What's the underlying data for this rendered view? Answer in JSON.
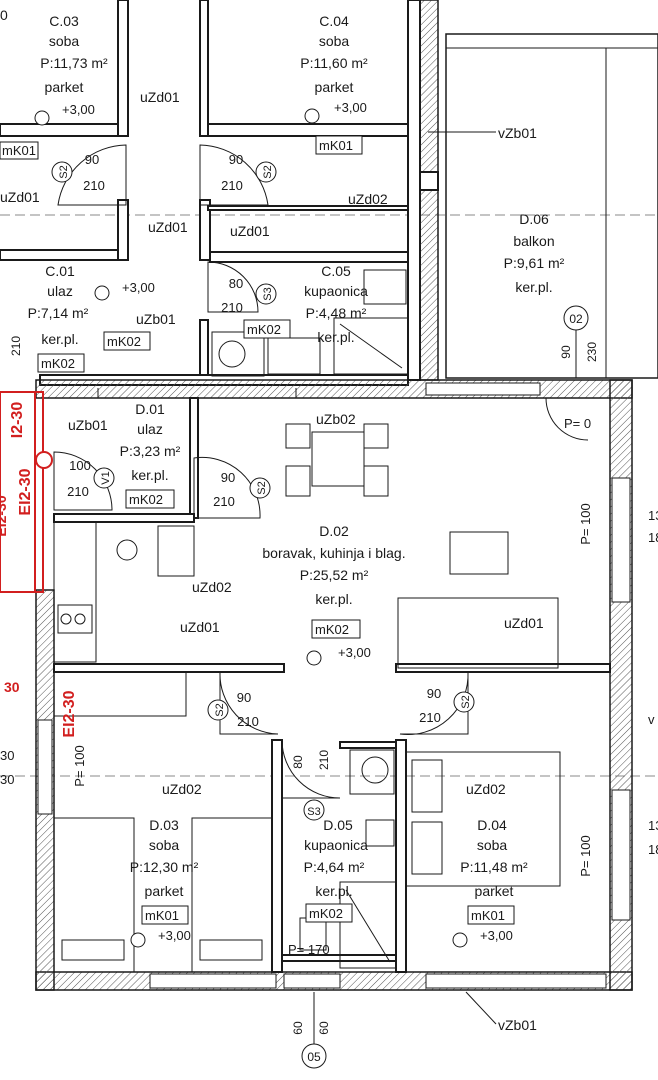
{
  "rooms": {
    "c03": {
      "code": "C.03",
      "name": "soba",
      "area": "P:11,73 m²",
      "floor": "parket",
      "level": "+3,00",
      "mat": "mK01"
    },
    "c04": {
      "code": "C.04",
      "name": "soba",
      "area": "P:11,60 m²",
      "floor": "parket",
      "level": "+3,00",
      "mat": "mK01"
    },
    "c01": {
      "code": "C.01",
      "name": "ulaz",
      "area": "P:7,14 m²",
      "floor": "ker.pl.",
      "level": "+3,00",
      "mat": "mK02"
    },
    "c05": {
      "code": "C.05",
      "name": "kupaonica",
      "area": "P:4,48 m²",
      "floor": "ker.pl.",
      "mat": "mK02"
    },
    "d06": {
      "code": "D.06",
      "name": "balkon",
      "area": "P:9,61 m²",
      "floor": "ker.pl."
    },
    "d01": {
      "code": "D.01",
      "name": "ulaz",
      "area": "P:3,23 m²",
      "floor": "ker.pl.",
      "mat": "mK02"
    },
    "d02": {
      "code": "D.02",
      "name": "boravak, kuhinja i blag.",
      "area": "P:25,52 m²",
      "floor": "ker.pl.",
      "mat": "mK02",
      "level": "+3,00"
    },
    "d03": {
      "code": "D.03",
      "name": "soba",
      "area": "P:12,30 m²",
      "floor": "parket",
      "mat": "mK01",
      "level": "+3,00"
    },
    "d05": {
      "code": "D.05",
      "name": "kupaonica",
      "area": "P:4,64 m²",
      "floor": "ker.pl.",
      "mat": "mK02"
    },
    "d04": {
      "code": "D.04",
      "name": "soba",
      "area": "P:11,48 m²",
      "floor": "parket",
      "mat": "mK01",
      "level": "+3,00"
    }
  },
  "wall_labels": {
    "uzd01": "uZd01",
    "uzd02": "uZd02",
    "uzb01": "uZb01",
    "uzb02": "uZb02",
    "vzb01": "vZb01",
    "p_mk01": "mK01",
    "p_mk02": "mK02",
    "c_mk02": "mK02"
  },
  "doors": {
    "s2": "S2",
    "s3": "S3",
    "v1": "V1",
    "w90": "90",
    "w80": "80",
    "w100": "100",
    "h210": "210"
  },
  "windows": {
    "p0": "P= 0",
    "p100": "P= 100",
    "p170": "P= 170",
    "h90": "90",
    "h230": "230",
    "h60": "60",
    "h30": "30",
    "edge13": "13",
    "edge18": "18",
    "edgeV": "v",
    "edge30": "30",
    "edge0": "0"
  },
  "axes": {
    "a02": "02",
    "a05": "05"
  },
  "fire": {
    "label": "EI2-30",
    "label_short": "I2-30"
  }
}
